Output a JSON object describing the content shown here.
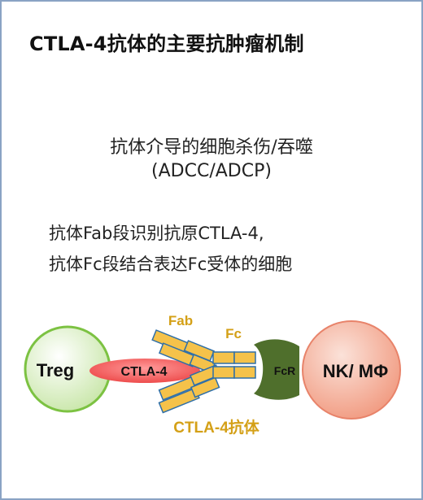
{
  "title": "CTLA-4抗体的主要抗肿瘤机制",
  "mechanism": {
    "line1": "抗体介导的细胞杀伤/吞噬",
    "line2": "(ADCC/ADCP)"
  },
  "description": {
    "line1": "抗体Fab段识别抗原CTLA-4,",
    "line2": "抗体Fc段结合表达Fc受体的细胞"
  },
  "diagram": {
    "treg_label": "Treg",
    "ctla4_label": "CTLA-4",
    "fab_label": "Fab",
    "fc_label": "Fc",
    "fcr_label": "FcR",
    "effector_label": "NK/ MΦ",
    "antibody_label": "CTLA-4抗体",
    "colors": {
      "treg_fill": "#c8e6a8",
      "treg_stroke": "#7cc242",
      "ctla4": "#f06b6b",
      "antibody_fill": "#f5c24a",
      "antibody_stroke": "#2f6fa8",
      "label_gold": "#d4a017",
      "fcr": "#4f6f2c",
      "effector_fill": "#f3a489",
      "effector_stroke": "#e8836a"
    }
  }
}
